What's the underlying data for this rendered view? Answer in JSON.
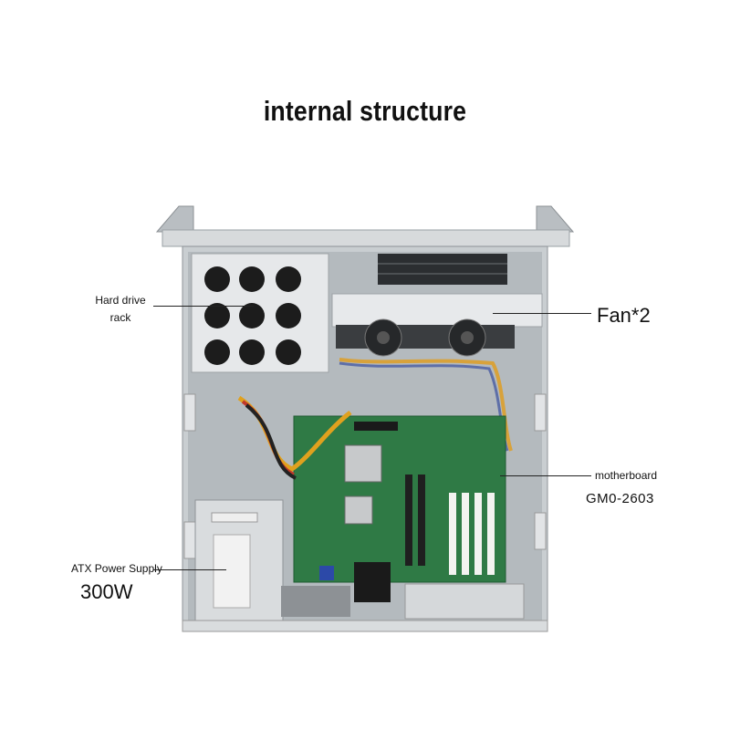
{
  "title": "internal structure",
  "callouts": {
    "hard_drive_line1": "Hard drive",
    "hard_drive_line2": "rack",
    "fan": "Fan*2",
    "motherboard": "motherboard",
    "motherboard_model": "GM0-2603",
    "psu": "ATX Power Supply",
    "psu_wattage": "300W"
  },
  "colors": {
    "chassis": "#c9ced1",
    "board": "#2f7a45",
    "background": "#ffffff"
  }
}
